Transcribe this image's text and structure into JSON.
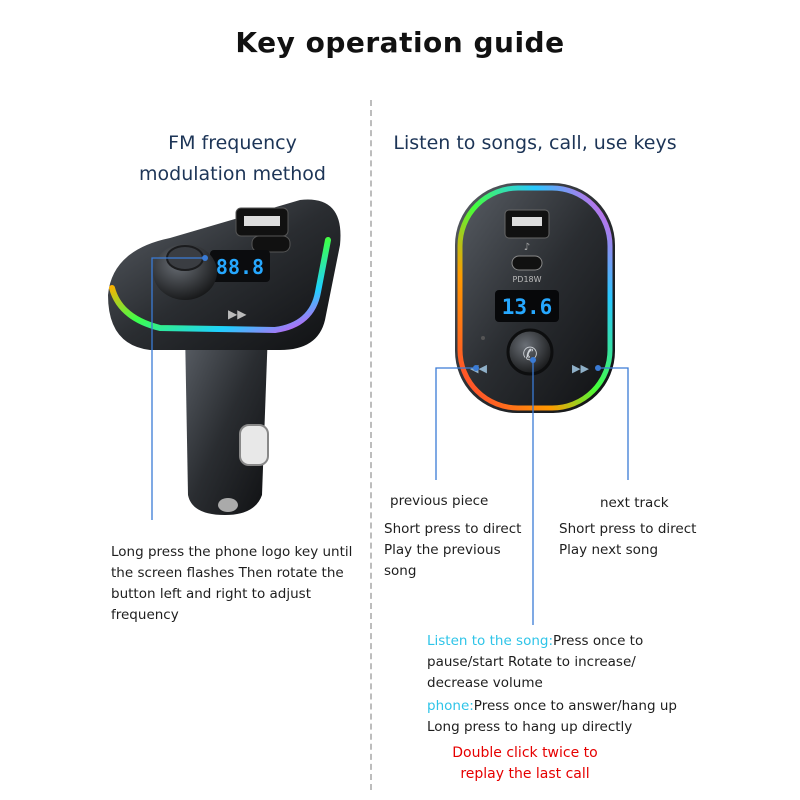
{
  "title": "Key operation guide",
  "left": {
    "heading_line1": "FM frequency",
    "heading_line2": "modulation method",
    "desc": [
      "Long press the phone logo key until",
      "the screen flashes Then rotate the",
      "button left and right to adjust",
      "frequency"
    ],
    "device_display": "88.8"
  },
  "right": {
    "heading": "Listen to songs, call, use keys",
    "device_display": "13.6",
    "port_label": "PD18W",
    "prev_label": "previous piece",
    "prev_desc": [
      "Short press to direct",
      "Play the previous",
      "song"
    ],
    "next_label": "next track",
    "next_desc": [
      "Short press to direct",
      "Play next song"
    ],
    "song_label": "Listen to the song:",
    "song_desc": [
      "Press once to",
      "pause/start Rotate to increase/",
      "decrease volume"
    ],
    "phone_label": "phone:",
    "phone_desc": [
      "Press once to answer/hang up",
      "Long press to hang up directly"
    ],
    "double_click": [
      "Double click twice to",
      "replay the last call"
    ]
  },
  "colors": {
    "accent_cyan": "#2ec4e8",
    "connector_blue": "#3a7bd5",
    "warning_red": "#e60000",
    "heading_navy": "#1d3557"
  }
}
